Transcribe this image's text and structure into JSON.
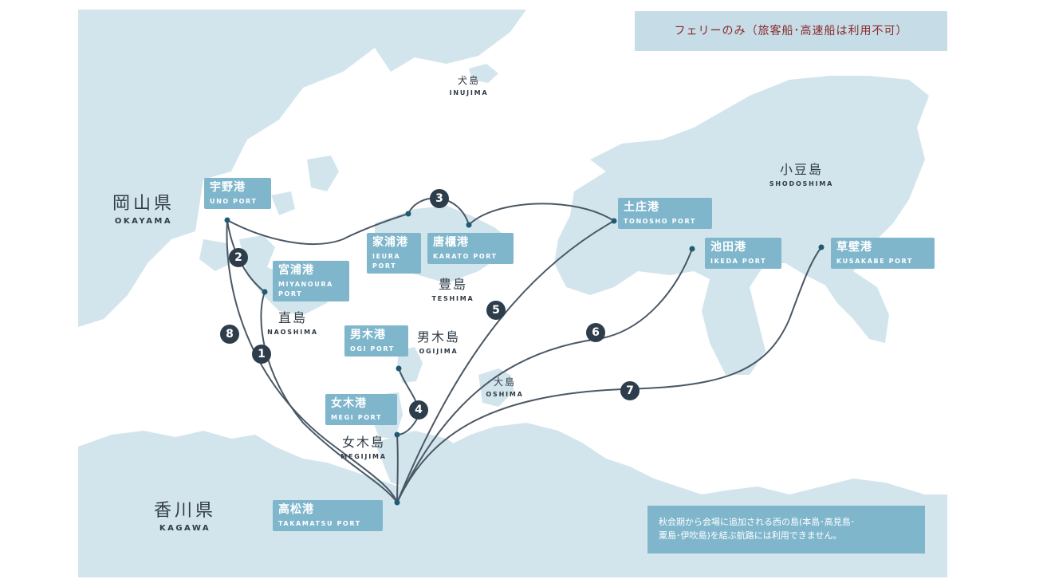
{
  "notes": {
    "top": "フェリーのみ（旅客船･高速船は利用不可）",
    "bottom_line1": "秋会期から会場に追加される西の島(本島･高見島･",
    "bottom_line2": "粟島･伊吹島)を結ぶ航路には利用できません。"
  },
  "regions": {
    "okayama": {
      "jp": "岡山県",
      "en": "OKAYAMA"
    },
    "kagawa": {
      "jp": "香川県",
      "en": "KAGAWA"
    }
  },
  "islands": {
    "inujima": {
      "jp": "犬島",
      "en": "INUJIMA"
    },
    "shodoshima": {
      "jp": "小豆島",
      "en": "SHODOSHIMA"
    },
    "naoshima": {
      "jp": "直島",
      "en": "NAOSHIMA"
    },
    "teshima": {
      "jp": "豊島",
      "en": "TESHIMA"
    },
    "ogijima": {
      "jp": "男木島",
      "en": "OGIJIMA"
    },
    "oshima": {
      "jp": "大島",
      "en": "OSHIMA"
    },
    "megijima": {
      "jp": "女木島",
      "en": "MEGIJIMA"
    }
  },
  "ports": {
    "uno": {
      "jp": "宇野港",
      "en": "UNO PORT"
    },
    "miyanoura": {
      "jp": "宮浦港",
      "en1": "MIYANOURA",
      "en2": "PORT"
    },
    "ieura": {
      "jp": "家浦港",
      "en1": "IEURA",
      "en2": "PORT"
    },
    "karato": {
      "jp": "唐櫃港",
      "en": "KARATO PORT"
    },
    "tonosho": {
      "jp": "土庄港",
      "en": "TONOSHO PORT"
    },
    "ikeda": {
      "jp": "池田港",
      "en": "IKEDA PORT"
    },
    "kusakabe": {
      "jp": "草壁港",
      "en": "KUSAKABE PORT"
    },
    "ogi": {
      "jp": "男木港",
      "en": "OGI PORT"
    },
    "megi": {
      "jp": "女木港",
      "en": "MEGI PORT"
    },
    "takamatsu": {
      "jp": "高松港",
      "en": "TAKAMATSU PORT"
    }
  },
  "routes": [
    "1",
    "2",
    "3",
    "4",
    "5",
    "6",
    "7",
    "8"
  ],
  "colors": {
    "sea": "#ffffff",
    "land": "#d3e5ec",
    "port_box": "#7fb6cc",
    "route_line": "#4a5866",
    "route_badge": "#2e3d4b",
    "note_text": "#8a2a2a"
  }
}
